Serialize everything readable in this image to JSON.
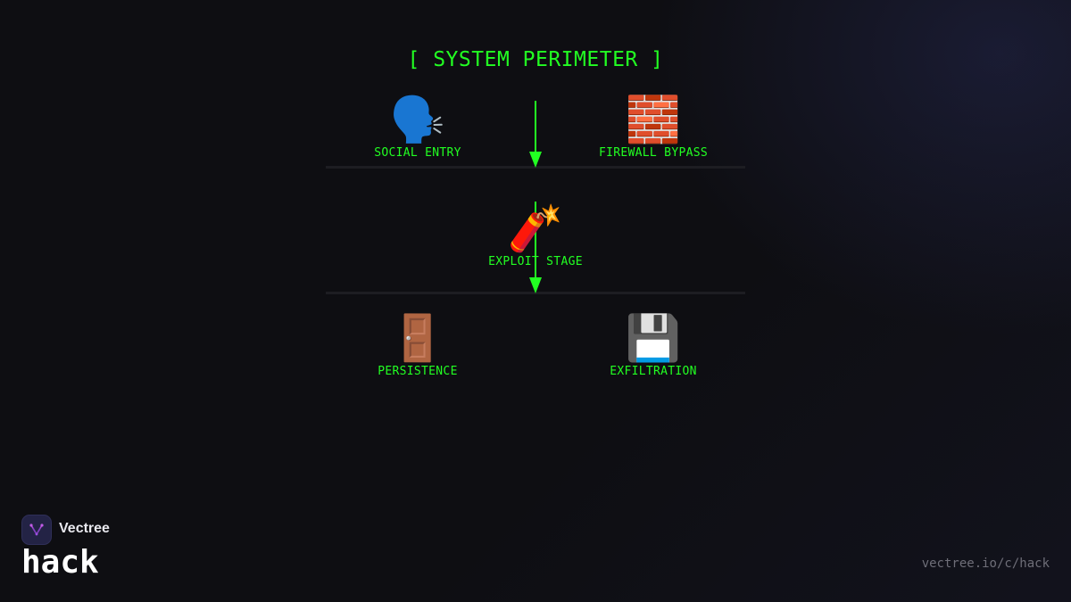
{
  "title": "[ SYSTEM PERIMETER ]",
  "nodes": [
    {
      "emoji": "🗣️",
      "icon": "speaking-head-icon",
      "label": "SOCIAL ENTRY"
    },
    {
      "emoji": "🧱",
      "icon": "brick-wall-icon",
      "label": "FIREWALL BYPASS"
    },
    {
      "emoji": "🧨",
      "icon": "firecracker-icon",
      "label": "EXPLOIT STAGE"
    },
    {
      "emoji": "🚪",
      "icon": "door-icon",
      "label": "PERSISTENCE"
    },
    {
      "emoji": "💾",
      "icon": "floppy-disk-icon",
      "label": "EXFILTRATION"
    }
  ],
  "brand": {
    "name": "Vectree",
    "channel": "hack",
    "url": "vectree.io/c/hack"
  },
  "colors": {
    "accent": "#22ff22",
    "background": "#0e0e12",
    "divider": "#1d1d22"
  }
}
